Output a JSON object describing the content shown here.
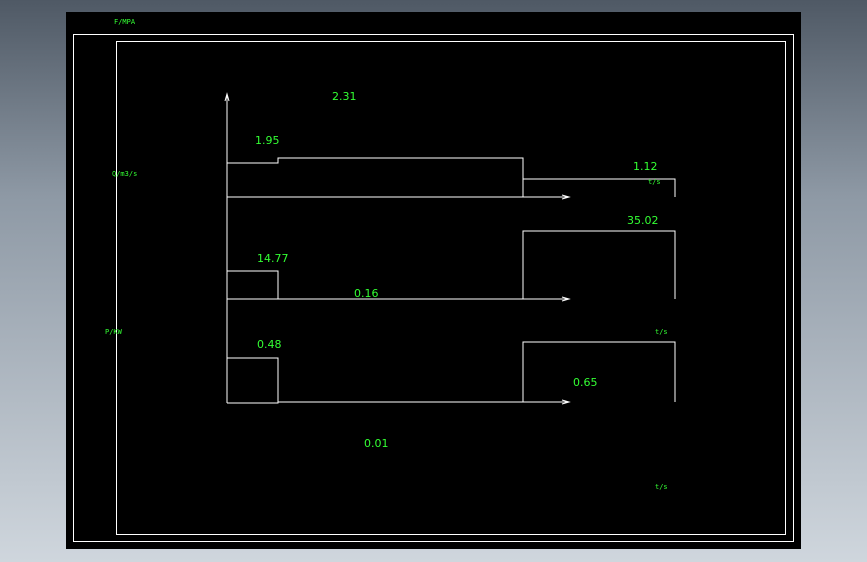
{
  "drawing": {
    "axis_labels": {
      "force_pressure": "F/MPA",
      "flow": "Q/m3/s",
      "power": "P/KW",
      "time_1": "t/s",
      "time_2": "t/s",
      "time_3": "t/s"
    },
    "force_diagram": {
      "values": [
        "2.31",
        "1.95",
        "1.12"
      ]
    },
    "flow_diagram": {
      "values": [
        "14.77",
        "0.16",
        "35.02"
      ]
    },
    "power_diagram": {
      "values": [
        "0.48",
        "0.65",
        "0.01"
      ]
    }
  },
  "colors": {
    "background": "#000000",
    "lines": "#ffffff",
    "text": "#33ff33"
  }
}
